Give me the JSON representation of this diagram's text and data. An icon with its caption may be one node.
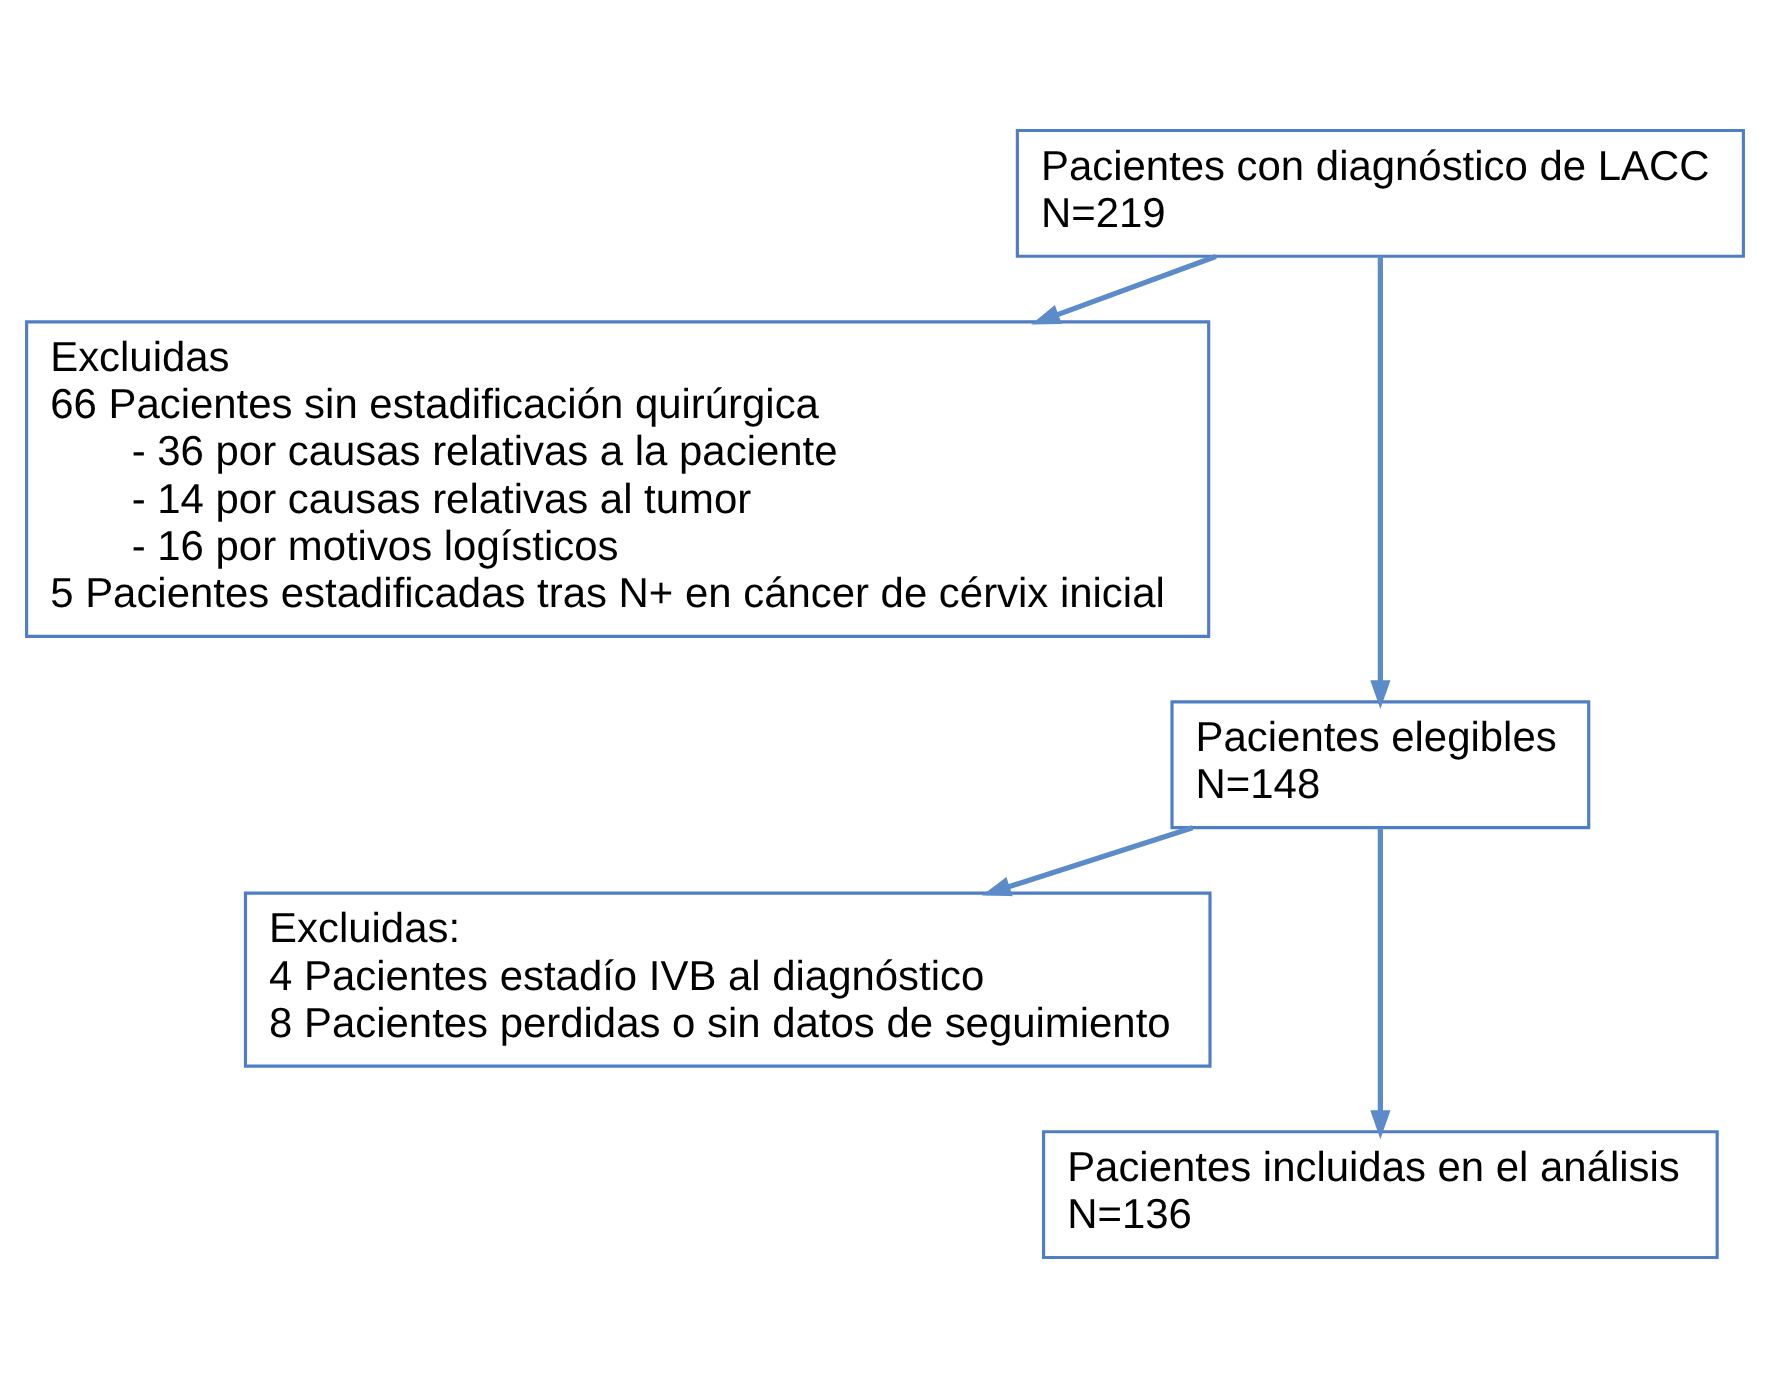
{
  "diagram": {
    "nodes": [
      {
        "text": [
          "Pacientes con diagnóstico de LACC",
          "N=219"
        ]
      },
      {
        "text": [
          "Excluidas",
          "66 Pacientes sin estadificación quirúrgica",
          "- 36 por causas relativas a la paciente",
          "- 14 por causas relativas al tumor",
          "- 16 por motivos logísticos",
          "5 Pacientes estadificadas tras N+ en cáncer de cérvix inicial"
        ]
      },
      {
        "text": [
          "Pacientes elegibles",
          "N=148"
        ]
      },
      {
        "text": [
          "Excluidas:",
          "4 Pacientes estadío IVB al diagnóstico",
          "8 Pacientes perdidas o sin datos de seguimiento"
        ]
      },
      {
        "text": [
          "Pacientes incluidas en el análisis",
          "N=136"
        ]
      }
    ],
    "edges": [
      {
        "from": 0,
        "to": 2,
        "arrow": "to"
      },
      {
        "from": 0,
        "to": 1,
        "arrow": "to"
      },
      {
        "from": 2,
        "to": 4,
        "arrow": "to"
      },
      {
        "from": 2,
        "to": 3,
        "arrow": "to"
      }
    ]
  }
}
